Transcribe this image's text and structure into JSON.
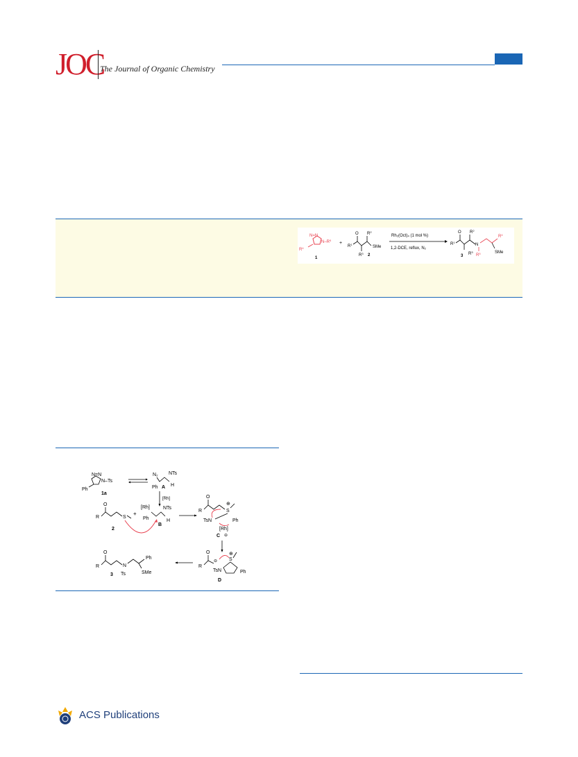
{
  "header": {
    "logo_text": "JOC",
    "journal_title": "The Journal of Organic Chemistry"
  },
  "abstract_graphic": {
    "reactant_1": {
      "ring_label": "N=N",
      "n_substituent": "N–R",
      "n_sup": "5",
      "c_substituent": "R",
      "c_sup": "4",
      "compound_number": "1"
    },
    "plus": "+",
    "reactant_2": {
      "r1": "R",
      "r1_sup": "1",
      "r2": "R",
      "r2_sup": "2",
      "r3": "R",
      "r3_sup": "3",
      "sme": "SMe",
      "compound_number": "2"
    },
    "conditions": {
      "above": "Rh₂(Oct)₄ (1 mol %)",
      "below": "1,2-DCE, reflux, N₂"
    },
    "product": {
      "r1": "R",
      "r1_sup": "1",
      "r2": "R",
      "r2_sup": "2",
      "r3": "R",
      "r3_sup": "3",
      "r4": "R",
      "r4_sup": "4",
      "r5": "R",
      "r5_sup": "5",
      "n_label": "N",
      "sme": "SMe",
      "compound_number": "3"
    }
  },
  "scheme": {
    "triazole_ts": "N–Ts",
    "triazole_ring": "N=N",
    "ph": "Ph",
    "label_1a": "1a",
    "n2": "N₂",
    "nts": "NTs",
    "h": "H",
    "label_A": "A",
    "rh_arrow": "[Rh]",
    "r": "R",
    "s": "S",
    "plus": "+",
    "label_2": "2",
    "rh": "[Rh]",
    "label_B": "B",
    "oplus": "⊕",
    "tsn": "TsN",
    "label_C": "C",
    "ominus": "⊖",
    "label_D": "D",
    "ts": "Ts",
    "sme": "SMe",
    "label_3": "3"
  },
  "footer": {
    "publisher": "ACS Publications"
  },
  "colors": {
    "brand_red": "#d01f2c",
    "rule_blue": "#1a66b5",
    "abstract_bg": "#fdfbe4",
    "highlight_pink": "#e8414f"
  }
}
